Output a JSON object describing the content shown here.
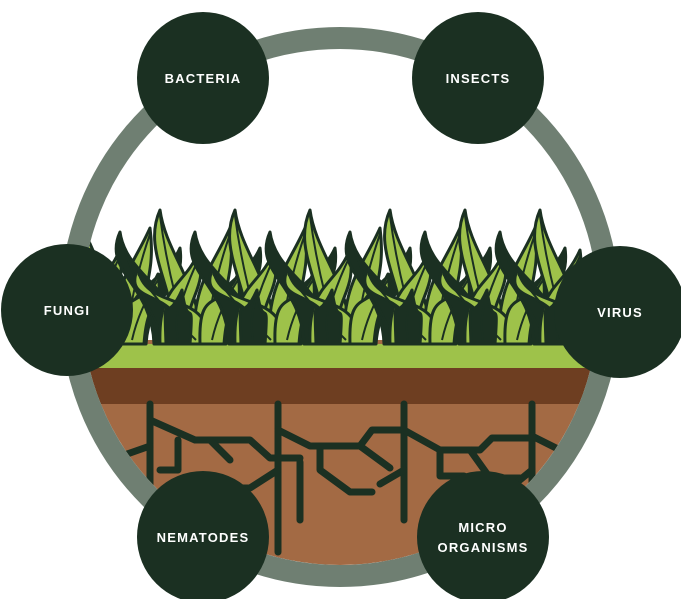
{
  "diagram": {
    "colors": {
      "background": "#ffffff",
      "ring": "#6f7f72",
      "node_fill": "#1b3022",
      "node_text": "#ffffff",
      "grass_light": "#9ec24a",
      "grass_dark": "#1b3022",
      "grass_outline": "#1b3022",
      "topsoil": "#6e3e21",
      "soil": "#a36a44",
      "ground_line": "#9ec24a",
      "roots": "#1b3022"
    },
    "nodes": [
      {
        "id": "bacteria",
        "lines": [
          "BACTERIA"
        ]
      },
      {
        "id": "insects",
        "lines": [
          "INSECTS"
        ]
      },
      {
        "id": "fungi",
        "lines": [
          "FUNGI"
        ]
      },
      {
        "id": "virus",
        "lines": [
          "VIRUS"
        ]
      },
      {
        "id": "nematodes",
        "lines": [
          "NEMATODES"
        ]
      },
      {
        "id": "micro-organisms",
        "lines": [
          "MICRO",
          "ORGANISMS"
        ]
      }
    ]
  }
}
